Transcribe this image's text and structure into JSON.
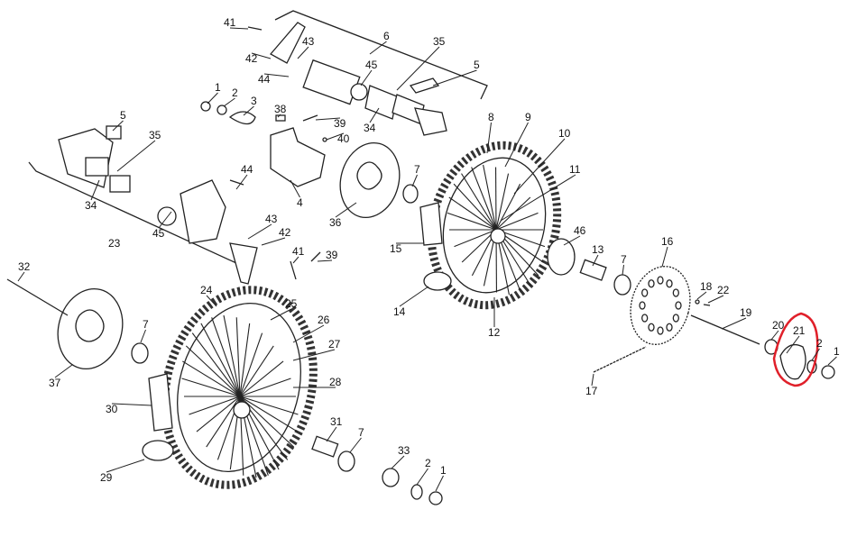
{
  "diagram": {
    "type": "exploded-parts-diagram",
    "highlight_color": "#e0202a",
    "highlighted_part": "21",
    "labels": [
      "41",
      "6",
      "43",
      "35",
      "42",
      "44",
      "45",
      "5",
      "1",
      "2",
      "3",
      "38",
      "39",
      "40",
      "34",
      "5",
      "35",
      "8",
      "9",
      "10",
      "11",
      "7",
      "44",
      "34",
      "36",
      "4",
      "43",
      "42",
      "46",
      "13",
      "7",
      "16",
      "23",
      "45",
      "15",
      "41",
      "39",
      "32",
      "18",
      "22",
      "14",
      "12",
      "19",
      "24",
      "25",
      "26",
      "27",
      "28",
      "7",
      "20",
      "21",
      "2",
      "1",
      "37",
      "17",
      "30",
      "31",
      "7",
      "33",
      "2",
      "1",
      "29"
    ]
  }
}
